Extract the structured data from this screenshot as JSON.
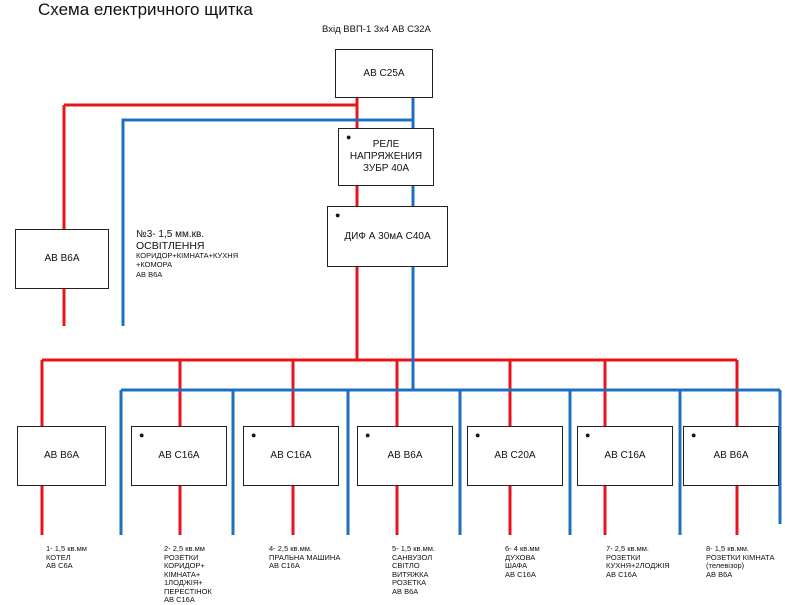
{
  "title": "Схема електричного щитка",
  "input_label": "Вхід ВВП-1 3х4 АВ С32А",
  "main_breaker": "АВ С25А",
  "relay": [
    "РЕЛЕ",
    "НАПРЯЖЕНИЯ",
    "ЗУБР 40А"
  ],
  "rcd": "ДИФ А 30мА С40А",
  "lighting": {
    "breaker": "АВ В6А",
    "size": "№3- 1,5 мм.кв.",
    "name": "ОСВІТЛЕННЯ",
    "rooms": "КОРИДОР+КІМНАТА+КУХНЯ",
    "rooms2": "+КОМОРА",
    "breaker_note": "АВ В6А"
  },
  "circuits": [
    {
      "breaker": "АВ В6А",
      "lines": [
        "1- 1,5 кв.мм",
        "КОТЕЛ",
        "АВ С6А"
      ]
    },
    {
      "breaker": "АВ С16А",
      "lines": [
        "2- 2,5 кв.мм",
        "РОЗЕТКИ",
        "КОРИДОР+",
        "КІМНАТА+",
        "1ЛОДЖІЯ+",
        "ПЕРЕСТІНОК",
        "АВ С16А"
      ]
    },
    {
      "breaker": "АВ С16А",
      "lines": [
        "4- 2,5 кв.мм.",
        "ПРАЛЬНА МАШИНА",
        "АВ С16А"
      ]
    },
    {
      "breaker": "АВ В6А",
      "lines": [
        "5- 1,5 кв.мм.",
        "САНВУЗОЛ",
        "СВІТЛО",
        "ВИТЯЖКА",
        "РОЗЕТКА",
        "АВ В6А"
      ]
    },
    {
      "breaker": "АВ С20А",
      "lines": [
        "6- 4 кв.мм",
        "ДУХОВА",
        "ШАФА",
        "АВ С16А"
      ]
    },
    {
      "breaker": "АВ С16А",
      "lines": [
        "7- 2,5 кв.мм.",
        "РОЗЕТКИ",
        "КУХНЯ+2ЛОДЖІЯ",
        "АВ С16А"
      ]
    },
    {
      "breaker": "АВ В6А",
      "lines": [
        "8- 1,5 кв.мм.",
        "РОЗЕТКИ КІМНАТА",
        "(телевізор)",
        "АВ В6А"
      ]
    }
  ],
  "colors": {
    "phase": "#e8141c",
    "neutral": "#1f6fc0",
    "outline": "#222222"
  }
}
